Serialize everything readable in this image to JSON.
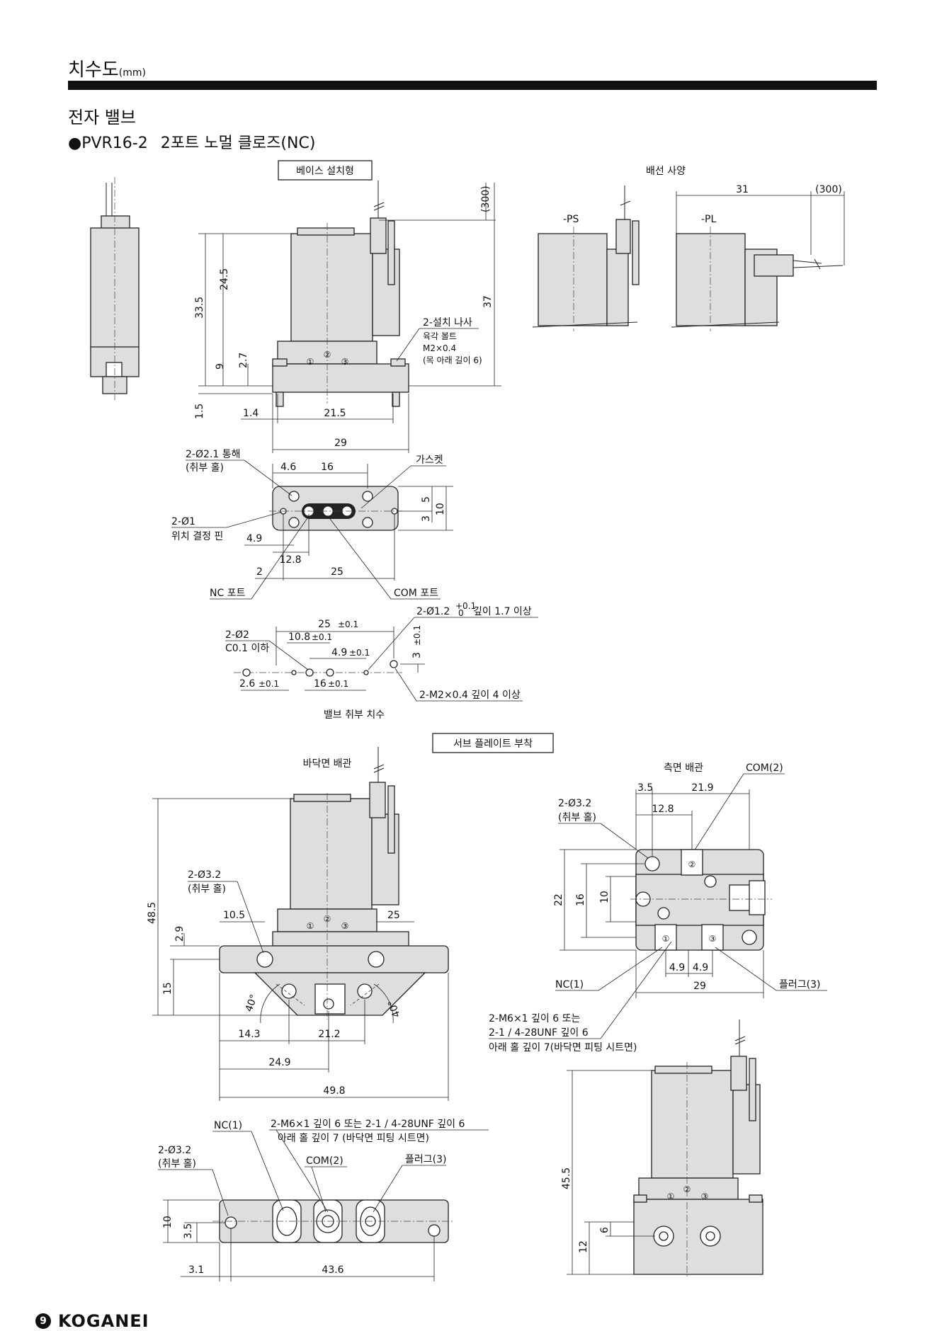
{
  "header": {
    "title": "치수도",
    "unit": "(mm)"
  },
  "section": {
    "title": "전자 밸브"
  },
  "model": {
    "bullet": "●",
    "code": "PVR16-2",
    "desc": "2포트 노멀 클로즈(NC)"
  },
  "labels": {
    "base_mount": "베이스 설치형",
    "wiring_spec": "배선 사양",
    "ps": "-PS",
    "pl": "-PL",
    "mount_screw": "2-설치 나사",
    "hex_bolt": "육각 볼트",
    "m2": "M2×0.4",
    "neck_len": "(목 아래 길이 6)",
    "hole21": "2-Ø2.1 통해",
    "mount_hole": "(취부 홀)",
    "gasket": "가스켓",
    "pin1": "2-Ø1",
    "pin_desc": "위치 결정 핀",
    "nc_port": "NC 포트",
    "com_port": "COM 포트",
    "hole12": "2-Ø1.2",
    "hole12_tol": "+0.1",
    "hole12_tol2": "0",
    "hole12_depth": "깊이 1.7 이상",
    "hole2": "2-Ø2",
    "c01": "C0.1 이하",
    "m2_depth": "2-M2×0.4 깊이 4 이상",
    "valve_mount_dim": "밸브 취부 치수",
    "sub_plate": "서브 플레이트 부착",
    "bottom_piping": "바닥면 배관",
    "side_piping": "측면 배관",
    "hole32": "2-Ø3.2",
    "com2": "COM(2)",
    "nc1": "NC(1)",
    "plug3_side": "플러그(3)",
    "plug3": "플러그(3)",
    "m6_line1": "2-M6×1 깊이 6 또는",
    "m6_line2": "2-1 / 4-28UNF 깊이 6",
    "m6_line3": "아래 홀 깊이 7(바닥면 피팅 시트면)",
    "m6_long1": "2-M6×1 깊이 6 또는 2-1 / 4-28UNF 깊이 6",
    "m6_long2": "아래 홀 깊이 7 (바닥면 피팅 시트면)",
    "port1": "①",
    "port2": "②",
    "port3": "③"
  },
  "dims": {
    "d300": "(300)",
    "d37": "37",
    "d335": "33.5",
    "d245": "24.5",
    "d9": "9",
    "d27": "2.7",
    "d15": "1.5",
    "d14": "1.4",
    "d215": "21.5",
    "d29": "29",
    "d31": "31",
    "d300b": "(300)",
    "d46": "4.6",
    "d16": "16",
    "d5": "5",
    "d3": "3",
    "d10": "10",
    "d49": "4.9",
    "d128": "12.8",
    "d2": "2",
    "d25": "25",
    "v25": "25",
    "v25t": "±0.1",
    "v108": "10.8",
    "v108t": "±0.1",
    "v49": "4.9",
    "v49t": "±0.1",
    "v3": "3",
    "v3t": "±0.1",
    "v26": "2.6",
    "v26t": "±0.1",
    "v16": "16",
    "v16t": "±0.1",
    "s485": "48.5",
    "s29": "2.9",
    "s15": "15",
    "s105": "10.5",
    "s25": "25",
    "s40a": "40°",
    "s40b": "40°",
    "s143": "14.3",
    "s212": "21.2",
    "s249": "24.9",
    "s498": "49.8",
    "r35": "3.5",
    "r219": "21.9",
    "r128": "12.8",
    "r22": "22",
    "r16": "16",
    "r10": "10",
    "r49a": "4.9",
    "r49b": "4.9",
    "r29": "29",
    "b10": "10",
    "b35": "3.5",
    "b31": "3.1",
    "b436": "43.6",
    "f455": "45.5",
    "f12": "12",
    "f6": "6"
  },
  "footer": {
    "page": "9",
    "brand": "KOGANEI"
  }
}
